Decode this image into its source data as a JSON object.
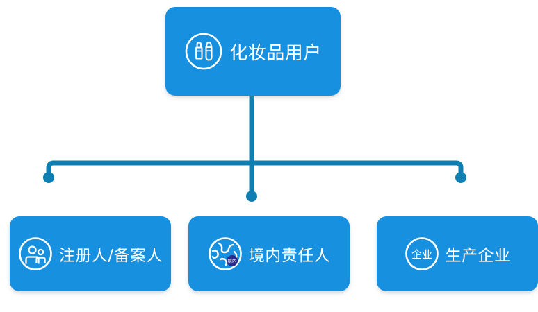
{
  "diagram": {
    "type": "org-hierarchy",
    "background_color": "#ffffff",
    "node_color": "#1890e0",
    "connector_color": "#0e7fb0",
    "badge_color": "#2a2a8c",
    "text_color": "#ffffff",
    "root": {
      "label": "化妆品用户",
      "icon": "lipstick-brush-circle-icon"
    },
    "children": [
      {
        "label": "注册人/备案人",
        "icon": "two-people-circle-icon"
      },
      {
        "label": "境内责任人",
        "icon": "globe-circle-icon",
        "badge_label": "境内"
      },
      {
        "label": "生产企业",
        "icon": "enterprise-circle-icon",
        "icon_text": "企业"
      }
    ]
  }
}
